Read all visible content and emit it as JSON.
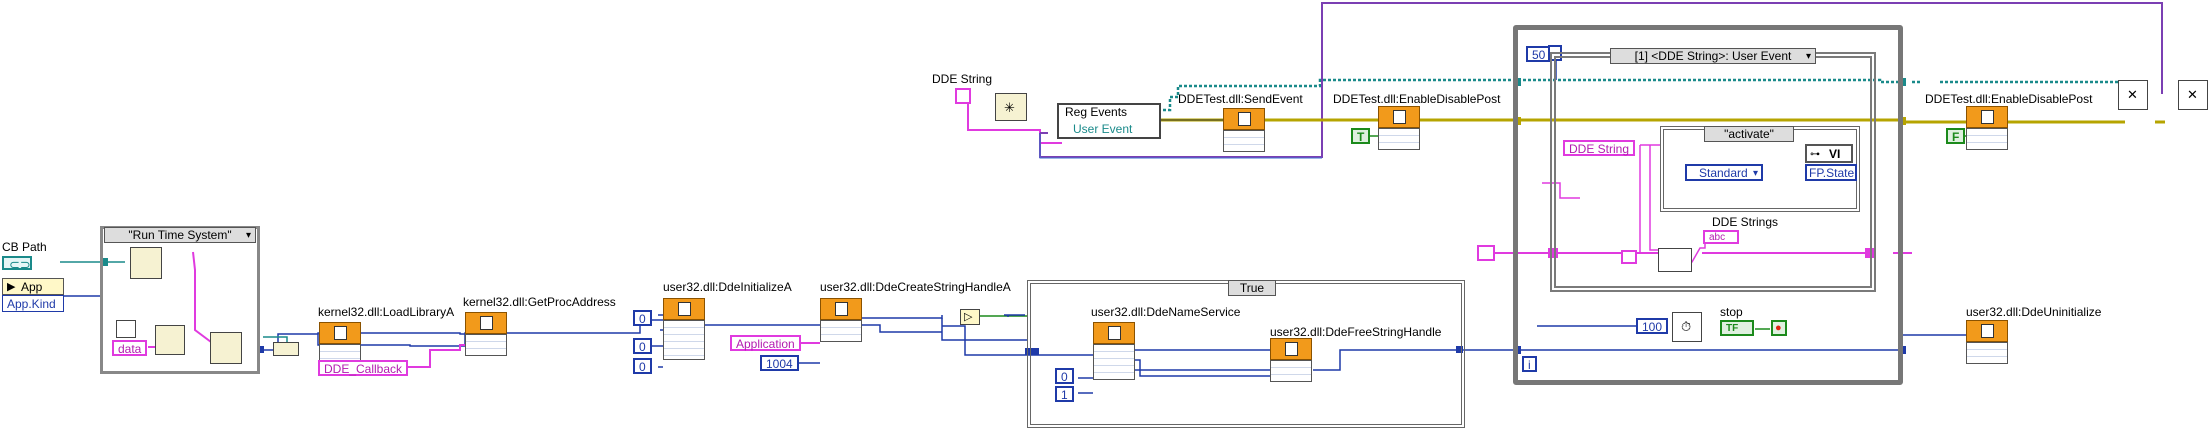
{
  "labels": {
    "cb_path": "CB Path",
    "app_kind": "App.Kind",
    "app_node": "App",
    "run_time_case": "\"Run Time System\"",
    "data_const": "data",
    "dde_callback": "DDE_Callback",
    "dde_string_top": "DDE String",
    "reg_events": "Reg Events",
    "user_event": "User Event",
    "true_case": "True",
    "application_const": "Application",
    "event_case": "[1] <DDE String>: User Event",
    "activate_case": "\"activate\"",
    "vi_ref": "VI",
    "standard": "Standard",
    "fp_state": "FP.State",
    "dde_string_inner": "DDE String",
    "dde_strings": "DDE Strings",
    "abc": "abc",
    "stop": "stop",
    "tf": "TF",
    "loop_iteration": "i"
  },
  "constants": {
    "zero_a": "0",
    "zero_b": "0",
    "zero_c": "0",
    "num_1004": "1004",
    "zero_d": "0",
    "one": "1",
    "fifty": "50",
    "hundred": "100",
    "bool_t": "T",
    "bool_f": "F"
  },
  "nodes": {
    "load_library": "kernel32.dll:LoadLibraryA",
    "get_proc_address": "kernel32.dll:GetProcAddress",
    "dde_initialize": "user32.dll:DdeInitializeA",
    "dde_create_string": "user32.dll:DdeCreateStringHandleA",
    "send_event": "DDETest.dll:SendEvent",
    "enable_disable_1": "DDETest.dll:EnableDisablePost",
    "dde_name_service": "user32.dll:DdeNameService",
    "dde_free_string": "user32.dll:DdeFreeStringHandle",
    "enable_disable_2": "DDETest.dll:EnableDisablePost",
    "dde_uninitialize": "user32.dll:DdeUninitialize"
  },
  "colors": {
    "numeric_wire": "#1f3aa8",
    "string_wire": "#e03adf",
    "refnum_wire": "#1a8a8a",
    "event_wire": "#7b3fb3",
    "bool_wire": "#1b8a1b",
    "error_wire": "#b6a400",
    "dll_node": "#f29a1b"
  }
}
